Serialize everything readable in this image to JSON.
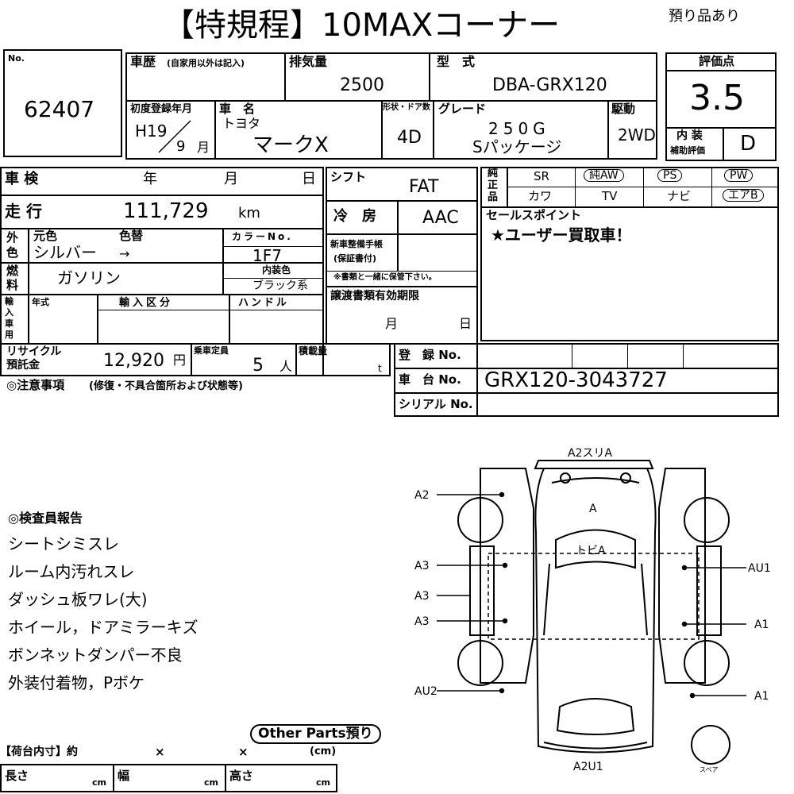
{
  "header": {
    "title": "【特規程】10MAXコーナー",
    "note": "預り品あり"
  },
  "lot": {
    "label": "No.",
    "number": "62407"
  },
  "history": {
    "label": "車歴",
    "sublabel": "(自家用以外は記入)"
  },
  "displacement": {
    "label": "排気量",
    "value": "2500"
  },
  "model_code": {
    "label": "型　式",
    "value": "DBA-GRX120"
  },
  "score": {
    "label": "評価点",
    "value": "3.5"
  },
  "first_reg": {
    "label": "初度登録年月",
    "era": "H19",
    "month": "9",
    "month_unit": "月"
  },
  "car_name": {
    "label": "車　名",
    "maker": "トヨタ",
    "name": "マークX"
  },
  "body": {
    "label": "形状・ドア数",
    "value": "4D"
  },
  "grade": {
    "label": "グレード",
    "line1": "250G",
    "line2": "Sパッケージ"
  },
  "drive": {
    "label": "駆動",
    "value": "2WD"
  },
  "interior": {
    "label1": "内 装",
    "label2": "補助評価",
    "value": "D"
  },
  "inspection": {
    "label": "車 検",
    "year": "年",
    "month": "月",
    "day": "日"
  },
  "mileage": {
    "label": "走 行",
    "value": "111,729",
    "unit": "km"
  },
  "shift": {
    "label": "シフト",
    "value": "FAT"
  },
  "aircon": {
    "label": "冷　房",
    "value": "AAC"
  },
  "exterior": {
    "side1": "外",
    "side2": "色",
    "orig_label": "元色",
    "change_label": "色替",
    "color": "シルバー",
    "arrow": "→",
    "code_label": "カラーNo.",
    "code": "1F7"
  },
  "fuel": {
    "side1": "燃",
    "side2": "料",
    "value": "ガソリン",
    "int_color_label": "内装色",
    "int_color": "ブラック系"
  },
  "maintenance": {
    "label1": "新車整備手帳",
    "label2": "(保証書付)",
    "note": "※書類と一緒に保管下さい。"
  },
  "equipment": {
    "side": [
      "純",
      "正",
      "品"
    ],
    "row1": [
      "SR",
      "純AW",
      "PS",
      "PW"
    ],
    "row2": [
      "カワ",
      "TV",
      "ナビ",
      "エアB"
    ]
  },
  "sales": {
    "label": "セールスポイント",
    "text": "★ユーザー買取車！"
  },
  "import": {
    "side": [
      "輸",
      "入",
      "車",
      "用"
    ],
    "year_label": "年式",
    "class_label": "輸入区分",
    "handle_label": "ハンドル"
  },
  "transfer": {
    "label": "譲渡書類有効期限",
    "month": "月",
    "day": "日"
  },
  "recycle": {
    "label1": "リサイクル",
    "label2": "預託金",
    "value": "12,920",
    "unit": "円"
  },
  "capacity": {
    "label": "乗車定員",
    "value": "5",
    "unit": "人"
  },
  "load": {
    "label": "積載量",
    "unit": "t"
  },
  "registration": {
    "label": "登　録 No.",
    "chassis_label": "車　台 No.",
    "chassis": "GRX120-3043727",
    "serial_label": "シリアル No."
  },
  "caution": {
    "label": "◎注意事項",
    "sub": "(修復・不具合箇所および状態等)"
  },
  "report": {
    "label": "◎検査員報告",
    "lines": [
      "シートシミスレ",
      "ルーム内汚れスレ",
      "ダッシュ板ワレ(大)",
      "ホイール，ドアミラーキズ",
      "ボンネットダンパー不良",
      "外装付着物，Pボケ"
    ]
  },
  "other_parts": {
    "label": "Other Parts預り"
  },
  "cargo": {
    "label": "【荷台内寸】約",
    "x": "×",
    "unit": "(cm)",
    "length": "長さ",
    "width": "幅",
    "height": "高さ",
    "cm": "cm"
  },
  "diagram": {
    "labels": {
      "a2_top": "A2スリA",
      "a2_left": "A2",
      "roof": "A",
      "tobi": "トビA",
      "a3_1": "A3",
      "a3_2": "A3",
      "a3_3": "A3",
      "au1": "AU1",
      "a1_1": "A1",
      "a1_2": "A1",
      "au2": "AU2",
      "a2u1": "A2U1",
      "spare": "スペア"
    }
  }
}
